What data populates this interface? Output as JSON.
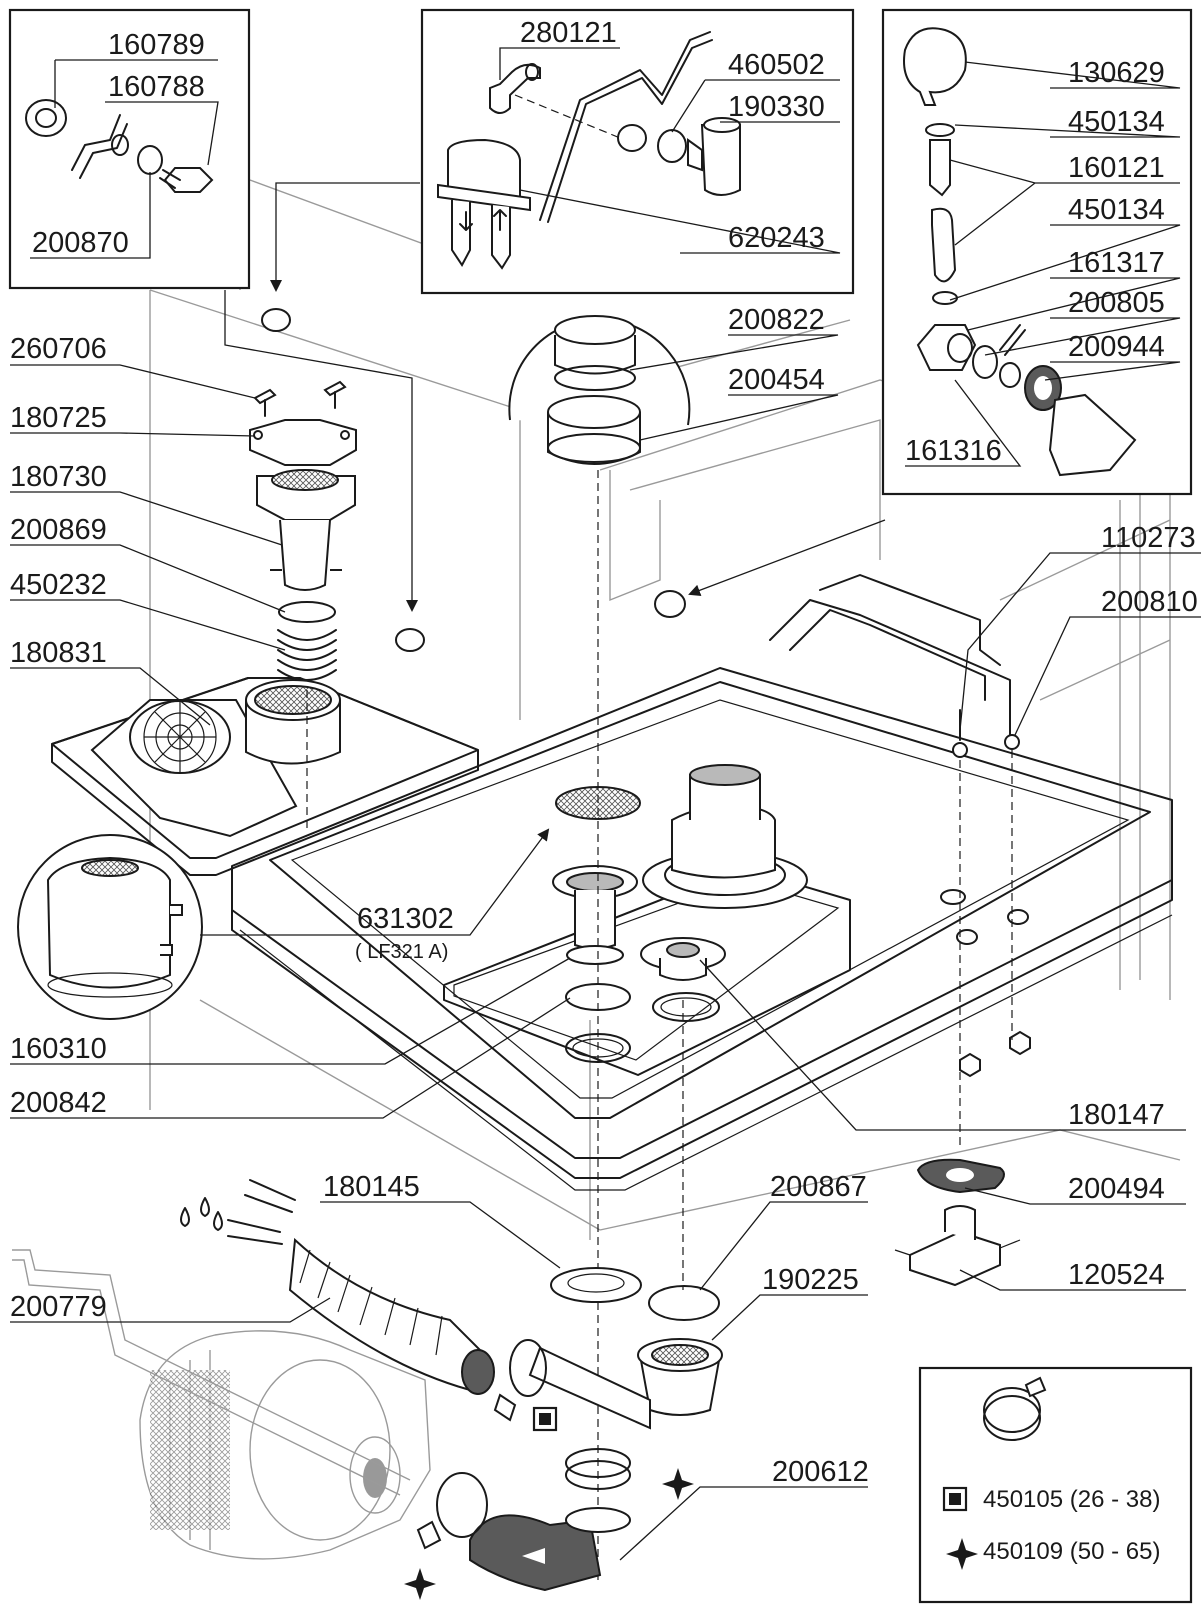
{
  "diagram": {
    "callouts": {
      "c160789": "160789",
      "c160788": "160788",
      "c200870": "200870",
      "c280121": "280121",
      "c460502": "460502",
      "c190330": "190330",
      "c620243": "620243",
      "c130629": "130629",
      "c450134a": "450134",
      "c160121": "160121",
      "c450134b": "450134",
      "c161317": "161317",
      "c200805": "200805",
      "c200944": "200944",
      "c161316": "161316",
      "c260706": "260706",
      "c180725": "180725",
      "c180730": "180730",
      "c200869": "200869",
      "c450232": "450232",
      "c180831": "180831",
      "c200822": "200822",
      "c200454": "200454",
      "c110273": "110273",
      "c200810": "200810",
      "c631302": "631302",
      "c631302note": "( LF321 A)",
      "c160310": "160310",
      "c200842": "200842",
      "c180147": "180147",
      "c200494": "200494",
      "c180145": "180145",
      "c200867": "200867",
      "c190225": "190225",
      "c120524": "120524",
      "c200779": "200779",
      "c200612": "200612"
    },
    "legend": {
      "square_item": "450105 (26 - 38)",
      "star_item": "450109 (50 - 65)"
    }
  }
}
